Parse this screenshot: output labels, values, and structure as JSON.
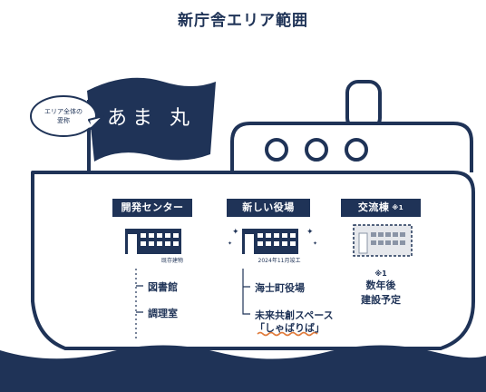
{
  "title": "新庁舎エリア範囲",
  "flag": {
    "bubble_line1": "エリア全体の",
    "bubble_line2": "愛称",
    "nickname": "あま 丸"
  },
  "sections": [
    {
      "label": "開発センター",
      "note": "既存建物",
      "items": [
        "図書館",
        "調理室"
      ]
    },
    {
      "label": "新しい役場",
      "note": "2024年11月竣工",
      "items": [
        "海士町役場",
        "未来共創スペース",
        "「しゃばりば」"
      ]
    },
    {
      "label": "交流棟",
      "label_note": "※1",
      "plan_note": "※1",
      "plan_line1": "数年後",
      "plan_line2": "建設予定"
    }
  ],
  "colors": {
    "navy": "#1f3357",
    "underline": "#e07a3a"
  }
}
